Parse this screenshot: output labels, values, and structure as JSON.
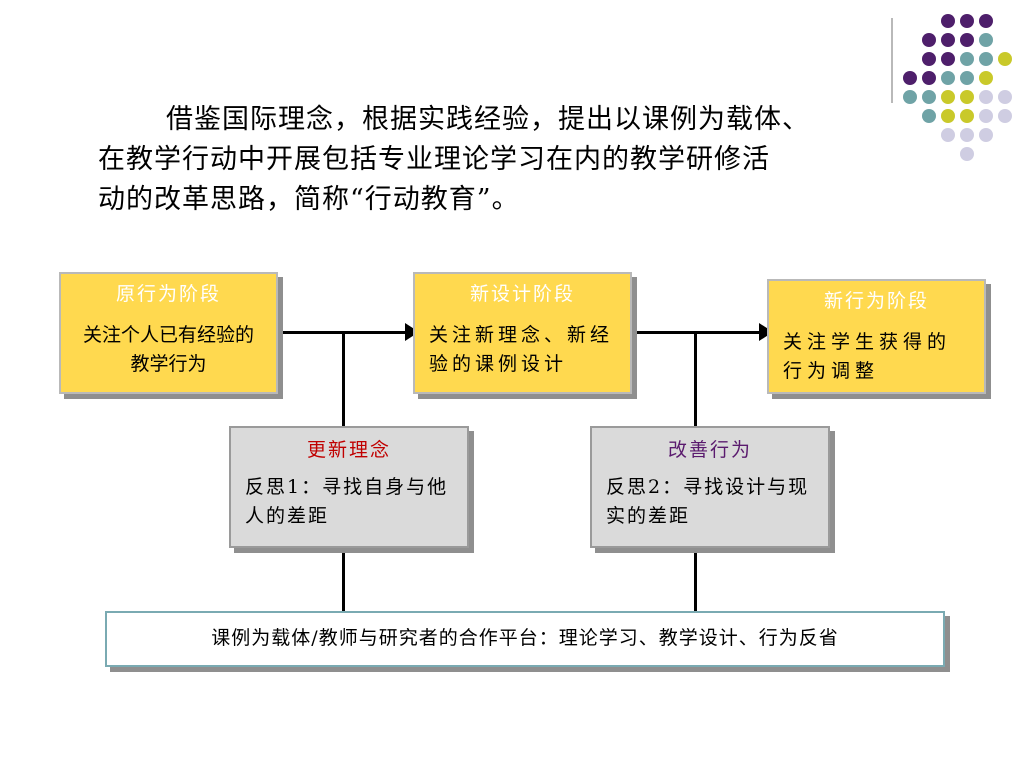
{
  "title": {
    "line1": "借鉴国际理念，根据实践经验，提出以课例为载体、",
    "line2": "在教学行动中开展包括专业理论学习在内的教学研修活",
    "line3": "动的改革思路，简称“行动教育”。"
  },
  "stages": [
    {
      "title": "原行为阶段",
      "desc": "关注个人已有经验的教学行为"
    },
    {
      "title": "新设计阶段",
      "desc": "关注新理念、新经验的课例设计"
    },
    {
      "title": "新行为阶段",
      "desc": "关注学生获得的行为调整"
    }
  ],
  "reflections": [
    {
      "title": "更新理念",
      "desc": "反思1：寻找自身与他人的差距"
    },
    {
      "title": "改善行为",
      "desc": "反思2：寻找设计与现实的差距"
    }
  ],
  "platform": "课例为载体/教师与研究者的合作平台：理论学习、教学设计、行为反省",
  "colors": {
    "stage_fill": "#ffd94f",
    "reflection_fill": "#dadada",
    "reflection1_title": "#c00000",
    "reflection2_title": "#5a1a6e",
    "platform_border": "#7aaab2",
    "dot_purple": "#4e1f6b",
    "dot_teal": "#6fa3a6",
    "dot_yellow": "#c9c92a",
    "dot_lavender": "#cfcde2"
  }
}
